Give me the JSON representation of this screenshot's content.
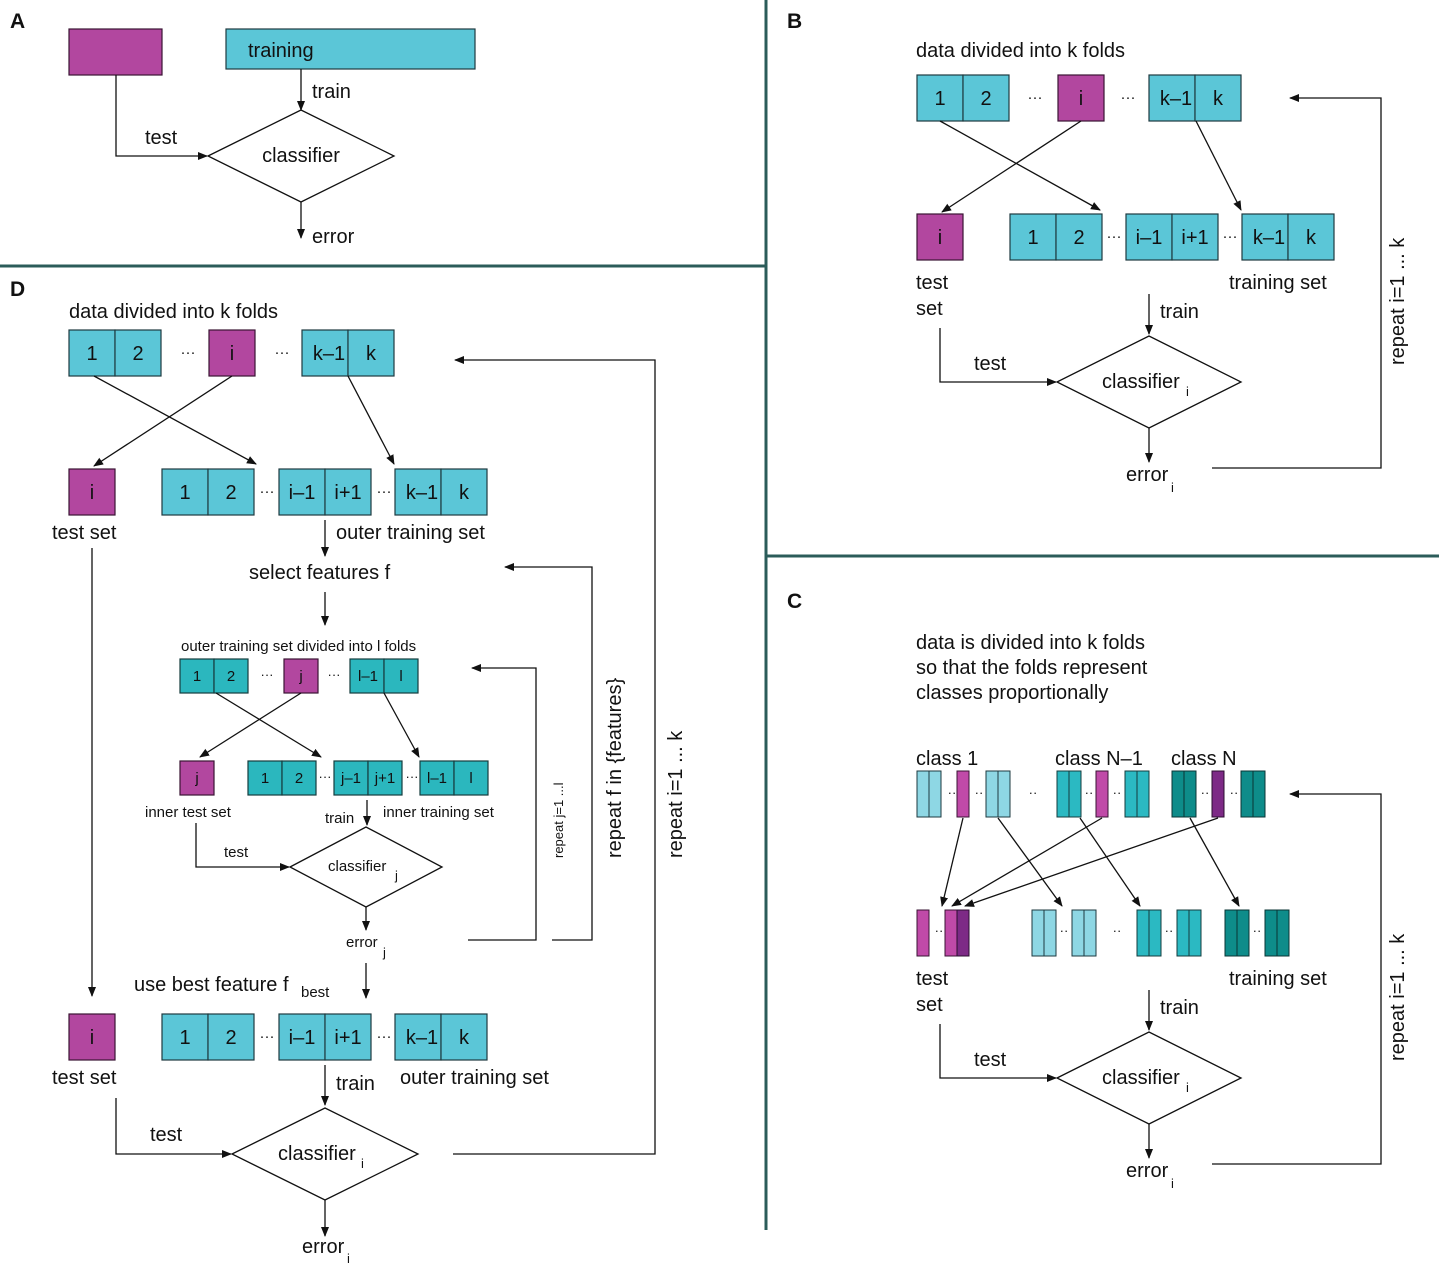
{
  "panels": {
    "a": {
      "letter": "A",
      "training": "training",
      "train": "train",
      "test": "test",
      "classifier": "classifier",
      "error": "error"
    },
    "b": {
      "letter": "B",
      "heading": "data divided into k folds",
      "folds": {
        "one": "1",
        "two": "2",
        "i": "i",
        "km1": "k–1",
        "k": "k",
        "dots": "···"
      },
      "split": {
        "i": "i",
        "one": "1",
        "two": "2",
        "im1": "i–1",
        "ip1": "i+1",
        "km1": "k–1",
        "k": "k",
        "dots": "···"
      },
      "test_set_1": "test",
      "test_set_2": "set",
      "training_set": "training set",
      "train": "train",
      "test": "test",
      "classifier": "classifier",
      "classifier_sub": "i",
      "error": "error",
      "error_sub": "i",
      "repeat": "repeat i=1 ... k"
    },
    "c": {
      "letter": "C",
      "heading_1": "data is divided into k folds",
      "heading_2": "so that the folds represent",
      "heading_3": "classes proportionally",
      "class_1": "class 1",
      "class_n1": "class N–1",
      "class_n": "class N",
      "dots": "··",
      "test_set_1": "test",
      "test_set_2": "set",
      "training_set": "training set",
      "train": "train",
      "test": "test",
      "classifier": "classifier",
      "classifier_sub": "i",
      "error": "error",
      "error_sub": "i",
      "repeat": "repeat i=1 ... k"
    },
    "d": {
      "letter": "D",
      "heading": "data divided into k folds",
      "folds": {
        "one": "1",
        "two": "2",
        "i": "i",
        "km1": "k–1",
        "k": "k",
        "dots": "···"
      },
      "split": {
        "i": "i",
        "one": "1",
        "two": "2",
        "im1": "i–1",
        "ip1": "i+1",
        "km1": "k–1",
        "k": "k",
        "dots": "···"
      },
      "test_set": "test set",
      "outer_training_set": "outer training set",
      "select_features": "select features f",
      "inner_heading": "outer training set  divided into l folds",
      "inner_folds": {
        "one": "1",
        "two": "2",
        "j": "j",
        "lm1": "l–1",
        "l": "l",
        "dots": "···"
      },
      "inner_split": {
        "j": "j",
        "one": "1",
        "two": "2",
        "jm1": "j–1",
        "jp1": "j+1",
        "lm1": "l–1",
        "l": "l",
        "dots": "···"
      },
      "inner_test_set": "inner test set",
      "inner_train": "train",
      "inner_training_set": "inner training set",
      "inner_test": "test",
      "inner_classifier": "classifier",
      "inner_classifier_sub": "j",
      "inner_error": "error",
      "inner_error_sub": "j",
      "repeat_j": "repeat j=1 ...l",
      "repeat_f": "repeat f in {features}",
      "repeat_i": "repeat i=1 ... k",
      "use_best": "use best feature f",
      "use_best_sub": "best",
      "train": "train",
      "test": "test",
      "classifier": "classifier",
      "classifier_sub": "i",
      "error": "error",
      "error_sub": "i"
    }
  }
}
